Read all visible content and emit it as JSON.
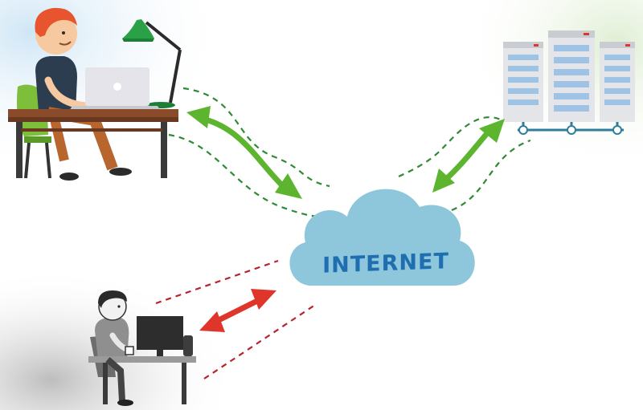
{
  "diagram": {
    "center_label": "INTERNET",
    "colors": {
      "cloud": "#8ec6dc",
      "cloud_text": "#1e6fb0",
      "green_arrow": "#5db52f",
      "red_arrow": "#e0352b",
      "green_dash": "#2e8a35",
      "red_dash": "#b7242c",
      "bg_left_top": "#d8ecf8",
      "bg_right_top": "#e6f2dc",
      "bg_left_bottom": "#c8c8c8"
    },
    "nodes": [
      {
        "id": "user-laptop",
        "icon": "person-with-laptop-icon",
        "style": "color"
      },
      {
        "id": "server-rack",
        "icon": "servers-icon",
        "style": "color"
      },
      {
        "id": "user-desktop",
        "icon": "person-with-desktop-icon",
        "style": "grayscale"
      }
    ],
    "links": [
      {
        "from": "user-laptop",
        "to": "internet-cloud",
        "color": "green",
        "direction": "bidirectional"
      },
      {
        "from": "server-rack",
        "to": "internet-cloud",
        "color": "green",
        "direction": "bidirectional"
      },
      {
        "from": "user-desktop",
        "to": "internet-cloud",
        "color": "red",
        "direction": "bidirectional"
      }
    ]
  }
}
